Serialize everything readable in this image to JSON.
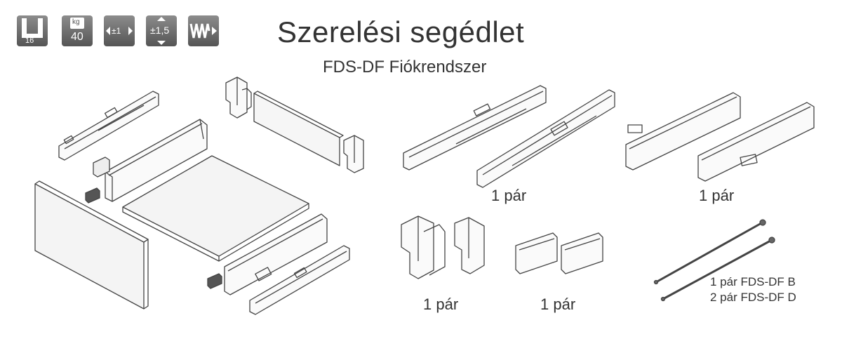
{
  "header": {
    "title": "Szerelési segédlet",
    "subtitle": "FDS-DF Fiókrendszer"
  },
  "icons": [
    {
      "name": "side-thickness-icon",
      "label": "16"
    },
    {
      "name": "load-capacity-icon",
      "unit": "kg",
      "label": "40"
    },
    {
      "name": "lateral-adjust-icon",
      "label": "±1"
    },
    {
      "name": "height-adjust-icon",
      "label": "±1,5"
    },
    {
      "name": "soft-close-icon",
      "label": ""
    }
  ],
  "captions": {
    "runners": "1 pár",
    "side_panels": "1 pár",
    "rear_brackets": "1 pár",
    "front_brackets": "1 pár",
    "rails_b": "1 pár FDS-DF B",
    "rails_d": "2 pár FDS-DF D"
  },
  "colors": {
    "icon_bg": "#6e6e6e",
    "line": "#444444"
  }
}
